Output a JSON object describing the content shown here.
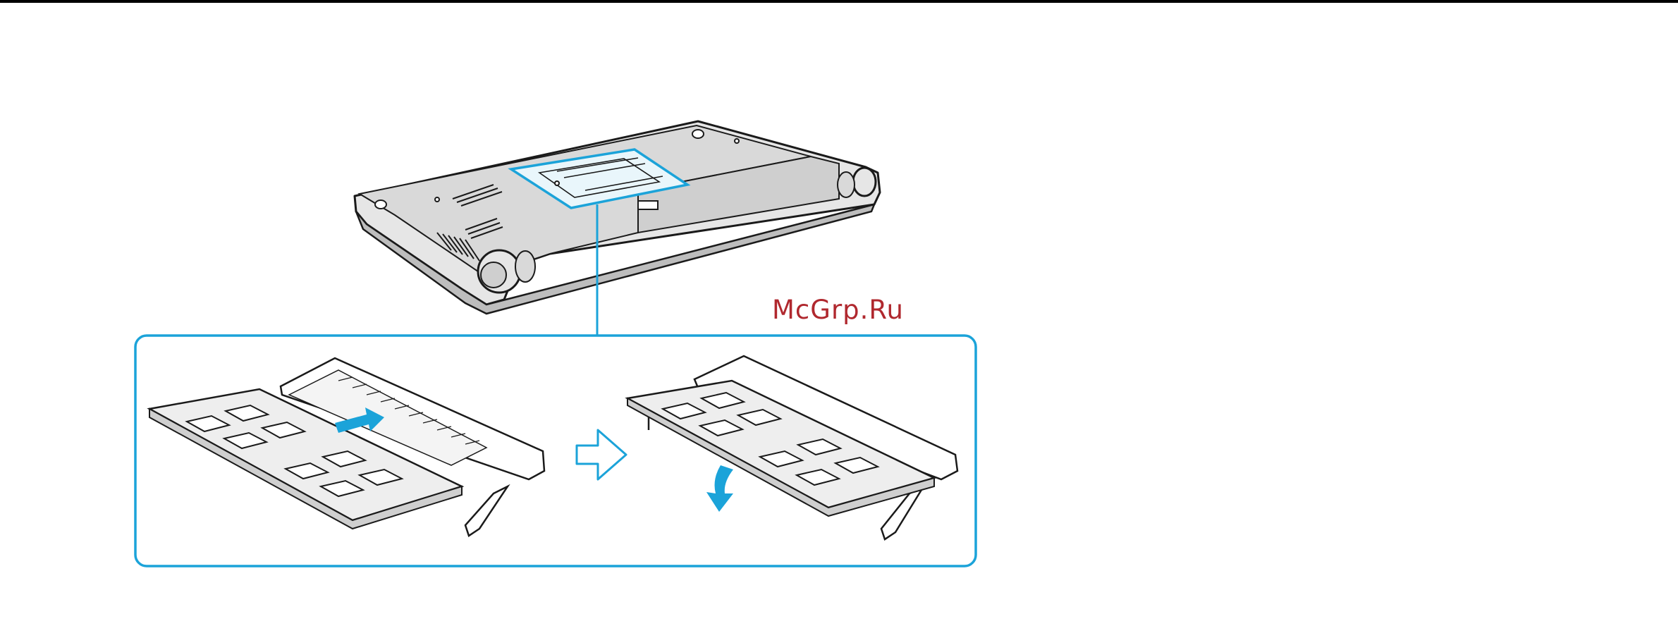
{
  "page": {
    "watermark": "McGrp.Ru"
  },
  "colors": {
    "line": "#1a1a1a",
    "callout": "#1ba3d9",
    "arrow": "#1ba3d9",
    "watermark": "#b0282e",
    "laptop_fill": "#d4d4d4",
    "module_fill": "#eeeeee"
  },
  "icons": {
    "step_arrow": "right-outline-arrow",
    "insert_arrow": "solid-arrow",
    "rotate_arrow": "curved-down-arrow"
  }
}
